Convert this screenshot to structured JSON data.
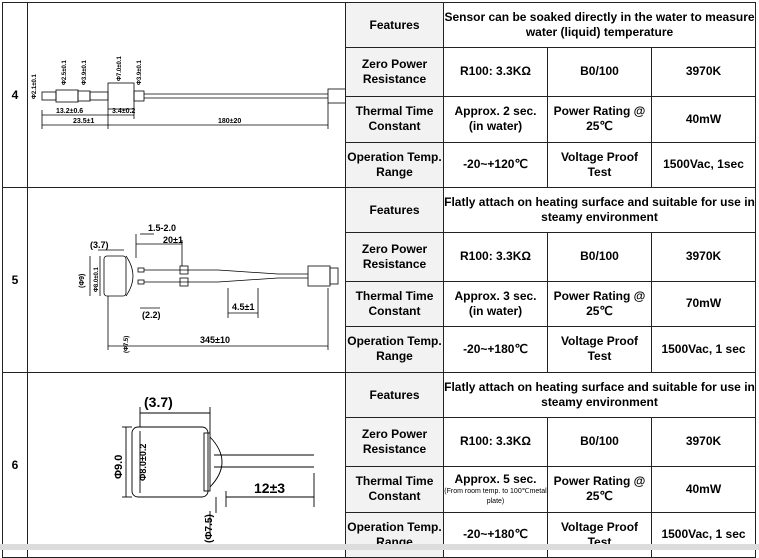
{
  "rows": [
    {
      "number": "4",
      "drawing": {
        "dims": [
          "Φ2.1±0.1",
          "Φ2.5±0.1",
          "Φ3.9±0.1",
          "Φ7.0±0.1",
          "Φ3.9±0.1",
          "13.2±0.6",
          "3.4±0.2",
          "23.5±1",
          "180±20"
        ]
      },
      "features_label": "Features",
      "features_value": "Sensor can be soaked directly in the water to measure water (liquid) temperature",
      "zp_label": "Zero Power Resistance",
      "zp_r": "R100: 3.3KΩ",
      "zp_b": "B0/100",
      "zp_k": "3970K",
      "tc_label": "Thermal Time Constant",
      "tc_value_line1": "Approx. 2 sec.",
      "tc_value_line2": "(in water)",
      "tc_note": "",
      "pr_label": "Power Rating @ 25℃",
      "pr_value": "40mW",
      "op_label": "Operation Temp. Range",
      "op_value": "-20~+120℃",
      "vp_label": "Voltage Proof Test",
      "vp_value": "1500Vac, 1sec"
    },
    {
      "number": "5",
      "drawing": {
        "dims": [
          "1.5-2.0",
          "(3.7)",
          "20±1",
          "(Φ9)",
          "Φ8.0±0.1",
          "(2.2)",
          "4.5±1",
          "(Φ7.5)",
          "345±10"
        ]
      },
      "features_label": "Features",
      "features_value": "Flatly attach on heating surface and suitable for use in steamy environment",
      "zp_label": "Zero Power Resistance",
      "zp_r": "R100: 3.3KΩ",
      "zp_b": "B0/100",
      "zp_k": "3970K",
      "tc_label": "Thermal Time Constant",
      "tc_value_line1": "Approx. 3 sec.",
      "tc_value_line2": "(in water)",
      "tc_note": "",
      "pr_label": "Power Rating @ 25℃",
      "pr_value": "70mW",
      "op_label": "Operation Temp. Range",
      "op_value": "-20~+180℃",
      "vp_label": "Voltage Proof Test",
      "vp_value": "1500Vac, 1 sec"
    },
    {
      "number": "6",
      "drawing": {
        "dims": [
          "(3.7)",
          "Φ9.0",
          "Φ8.0±0.2",
          "(Φ7.5)",
          "12±3"
        ]
      },
      "features_label": "Features",
      "features_value": "Flatly attach on heating surface and suitable for use in steamy environment",
      "zp_label": "Zero Power Resistance",
      "zp_r": "R100: 3.3KΩ",
      "zp_b": "B0/100",
      "zp_k": "3970K",
      "tc_label": "Thermal Time Constant",
      "tc_value_line1": "Approx. 5 sec.",
      "tc_value_line2": "",
      "tc_note": "(From room temp. to 100℃metal plate)",
      "pr_label": "Power Rating @ 25℃",
      "pr_value": "40mW",
      "op_label": "Operation Temp. Range",
      "op_value": "-20~+180℃",
      "vp_label": "Voltage Proof Test",
      "vp_value": "1500Vac, 1 sec"
    }
  ]
}
